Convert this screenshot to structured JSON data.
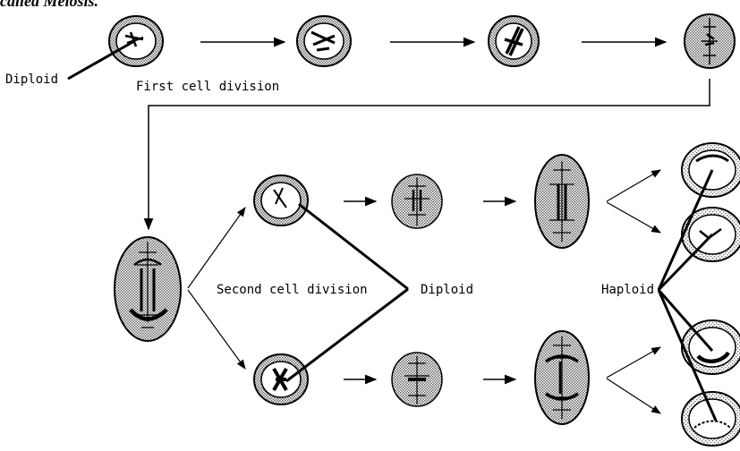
{
  "caption": "called Meiosis.",
  "labels": {
    "diploid_top": "Diploid",
    "first_division": "First cell division",
    "second_division": "Second cell division",
    "diploid_mid": "Diploid",
    "haploid": "Haploid"
  }
}
